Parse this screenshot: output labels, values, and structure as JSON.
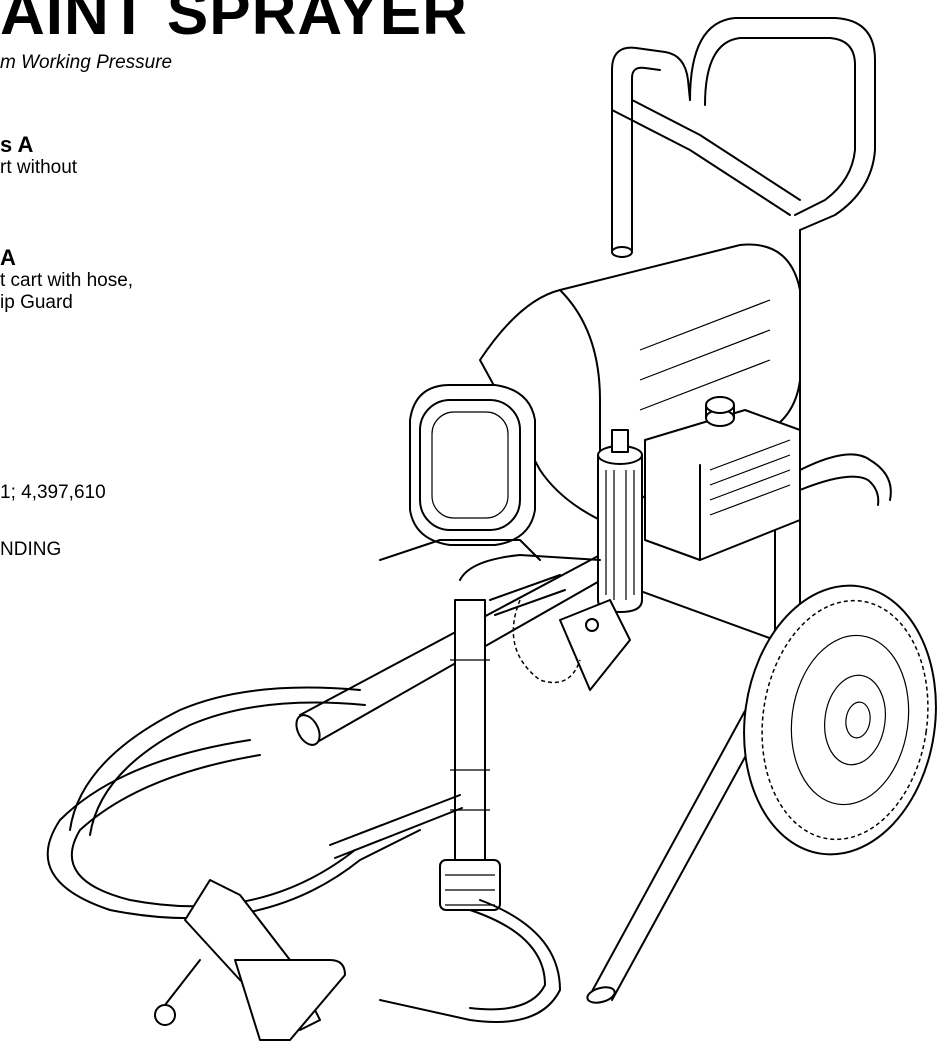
{
  "document": {
    "title": "AINT SPRAYER",
    "subtitle": "m Working Pressure",
    "models": [
      {
        "heading": "s A",
        "description": [
          "rt without"
        ]
      },
      {
        "heading": "A",
        "description": [
          "t cart with hose,",
          "ip Guard"
        ]
      }
    ],
    "patents": "1; 4,397,610",
    "patent_pending": "NDING"
  }
}
